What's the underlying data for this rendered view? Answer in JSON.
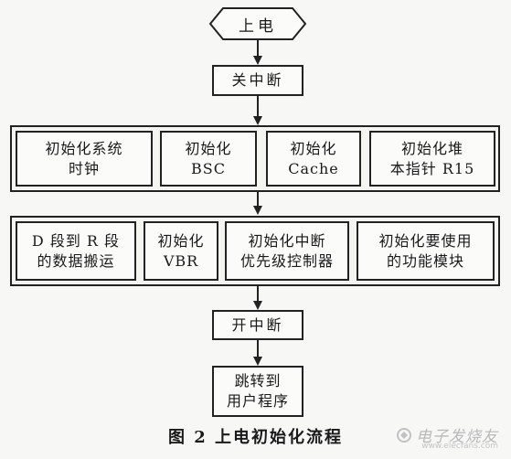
{
  "nodes": {
    "power_on": "上电",
    "disable_interrupts": "关中断",
    "init_system_clock": "初始化系统\n时钟",
    "init_bsc": "初始化\nBSC",
    "init_cache": "初始化\nCache",
    "init_stack_pointer": "初始化堆\n本指针 R15",
    "data_move": "D 段到 R 段\n的数据搬运",
    "init_vbr": "初始化\nVBR",
    "init_interrupt_controller": "初始化中断\n优先级控制器",
    "init_functional_modules": "初始化要使用\n的功能模块",
    "enable_interrupts": "开中断",
    "jump_to_user": "跳转到\n用户程序"
  },
  "caption": "图 2  上电初始化流程",
  "watermark": {
    "text": "电子发烧友",
    "url": "www.elecfans.com"
  }
}
